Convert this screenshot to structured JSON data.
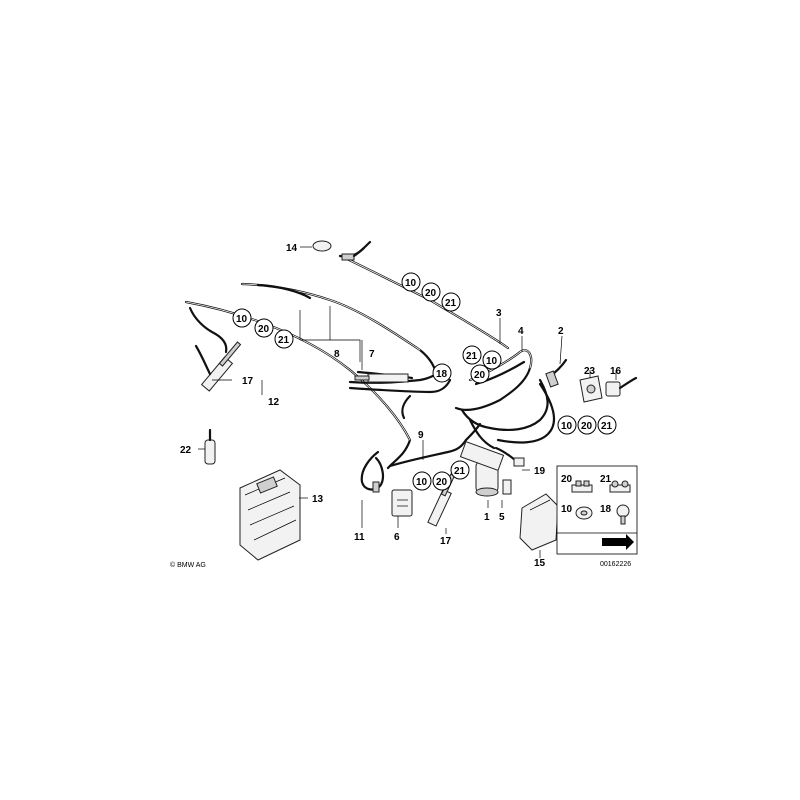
{
  "callouts": {
    "n1": "1",
    "n2": "2",
    "n3": "3",
    "n4": "4",
    "n5": "5",
    "n6": "6",
    "n7": "7",
    "n8": "8",
    "n9": "9",
    "n11": "11",
    "n12": "12",
    "n13": "13",
    "n14": "14",
    "n15": "15",
    "n16": "16",
    "n17": "17",
    "n19": "19",
    "n22": "22",
    "n23": "23"
  },
  "circled": {
    "c10": "10",
    "c18": "18",
    "c20": "20",
    "c21": "21"
  },
  "inset": {
    "l20": "20",
    "l21": "21",
    "l10": "10",
    "l18": "18"
  },
  "copyright": "© BMW AG",
  "diagram_id": "00162226"
}
